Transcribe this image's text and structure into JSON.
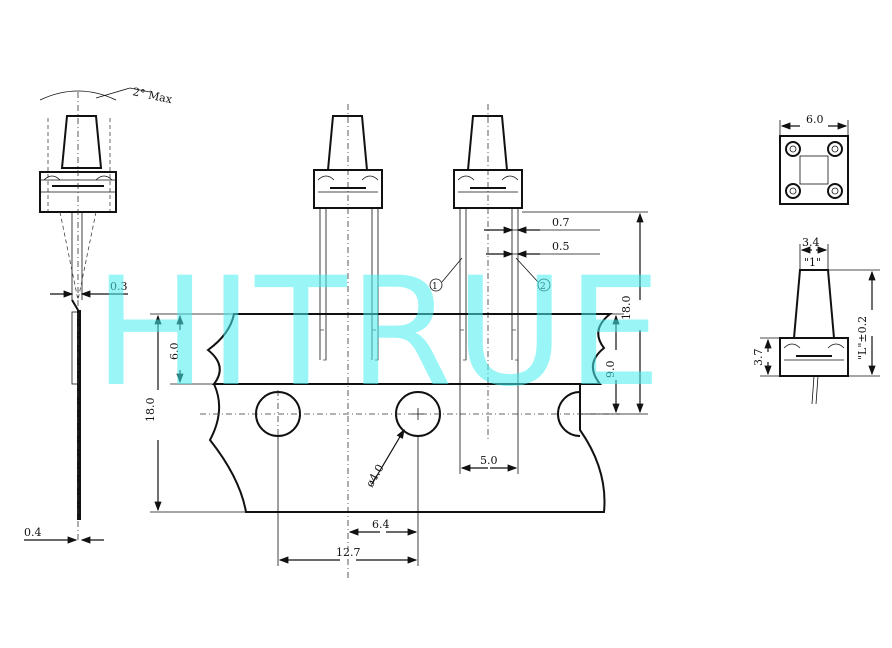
{
  "watermark": "HITRUE",
  "angle_label": "2° Max",
  "dimensions": {
    "pin_width": "0.3",
    "tape_thickness": "0.4",
    "pin_thickness": "0.7",
    "pin_gap": "0.5",
    "overall_height": "18.0",
    "tape_to_hole": "9.0",
    "tape_width": "18.0",
    "adhesive_width": "6.0",
    "lead_pitch": "5.0",
    "hole_diameter": "ø4.0",
    "hole_offset": "6.4",
    "feed_pitch": "12.7",
    "body_size": "6.0",
    "cap_width": "3.4",
    "cap_label": "\"1\"",
    "stem_height": "3.7",
    "length_label": "\"L\"±0.2"
  },
  "callouts": [
    "1",
    "2"
  ]
}
